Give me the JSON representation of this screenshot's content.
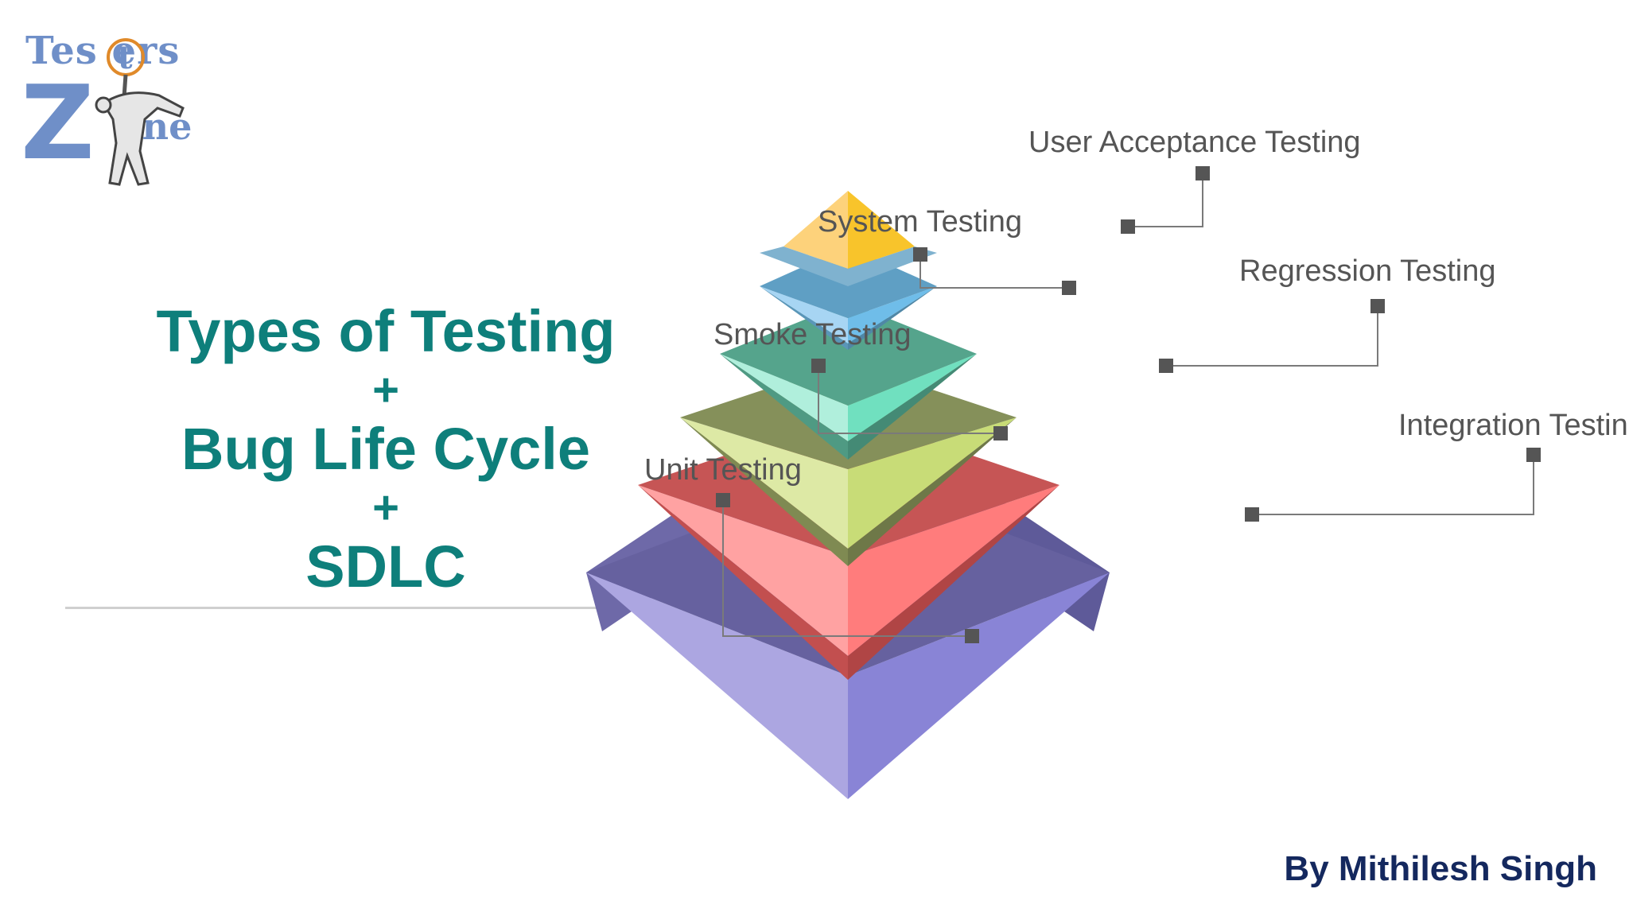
{
  "logo": {
    "top_text": "Tes ers",
    "z_letter": "Z",
    "bottom_text": "one"
  },
  "title": {
    "line1": "Types of Testing",
    "plus1": "+",
    "line2": "Bug Life Cycle",
    "plus2": "+",
    "line3": "SDLC"
  },
  "author": "By Mithilesh Singh",
  "pyramid": {
    "levels": [
      {
        "label": "User Acceptance Testing",
        "left_color": "#fdd27a",
        "right_color": "#f8c52a"
      },
      {
        "label": "System Testing",
        "left_color": "#a6d4f2",
        "right_color": "#70beea"
      },
      {
        "label": "Regression Testing",
        "left_color": "#afefdc",
        "right_color": "#6fe0bf"
      },
      {
        "label": "Smoke Testing",
        "left_color": "#dde9a4",
        "right_color": "#c9dd78"
      },
      {
        "label": "Integration Testing",
        "left_color": "#ffa3a3",
        "right_color": "#ff7a7a"
      },
      {
        "label": "Unit Testing",
        "left_color": "#ada8e2",
        "right_color": "#8983d4"
      }
    ],
    "connector_color": "#7a7a7a",
    "marker_color": "#555555"
  }
}
